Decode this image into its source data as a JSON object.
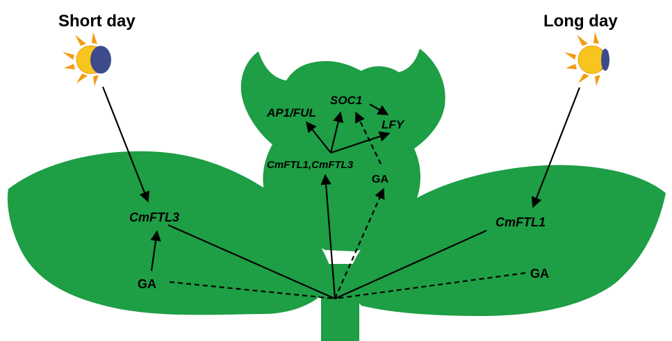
{
  "colors": {
    "plant": "#1e9e45",
    "sun": "#f7c51e",
    "sun_ray": "#f39c12",
    "moon": "#3d4b8c",
    "arrow": "#000000"
  },
  "photoperiods": {
    "short_day": "Short day",
    "long_day": "Long day"
  },
  "icons": {
    "short_day_icon": "sun-moon-icon",
    "long_day_icon": "sun-moon-icon"
  },
  "genes": {
    "left_leaf": "CmFTL3",
    "right_leaf": "CmFTL1",
    "apex_combined": "CmFTL1,CmFTL3",
    "ap1_ful": "AP1/FUL",
    "soc1": "SOC1",
    "lfy": "LFY"
  },
  "hormones": {
    "left_leaf": "GA",
    "right_leaf": "GA",
    "apex": "GA"
  }
}
